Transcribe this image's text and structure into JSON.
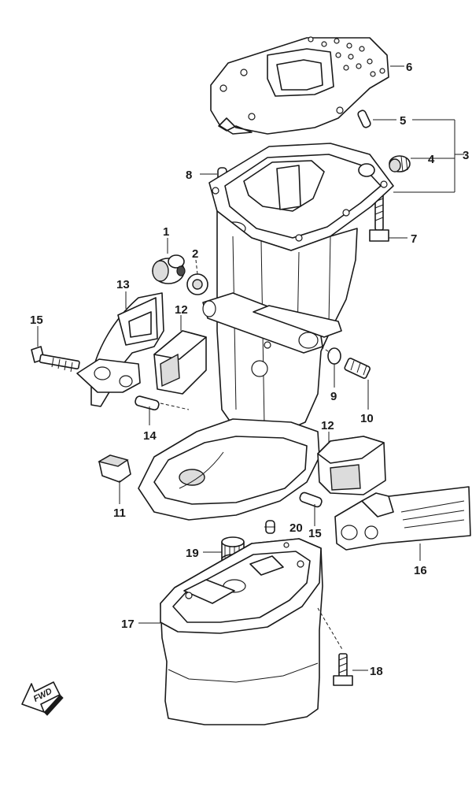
{
  "callouts": [
    {
      "id": "c1",
      "label": "1"
    },
    {
      "id": "c2",
      "label": "2"
    },
    {
      "id": "c3",
      "label": "3"
    },
    {
      "id": "c4",
      "label": "4"
    },
    {
      "id": "c5",
      "label": "5"
    },
    {
      "id": "c6",
      "label": "6"
    },
    {
      "id": "c7",
      "label": "7"
    },
    {
      "id": "c8",
      "label": "8"
    },
    {
      "id": "c9",
      "label": "9"
    },
    {
      "id": "c10",
      "label": "10"
    },
    {
      "id": "c11",
      "label": "11"
    },
    {
      "id": "c12a",
      "label": "12"
    },
    {
      "id": "c12b",
      "label": "12"
    },
    {
      "id": "c13",
      "label": "13"
    },
    {
      "id": "c14",
      "label": "14"
    },
    {
      "id": "c15a",
      "label": "15"
    },
    {
      "id": "c15b",
      "label": "15"
    },
    {
      "id": "c16",
      "label": "16"
    },
    {
      "id": "c17",
      "label": "17"
    },
    {
      "id": "c18",
      "label": "18"
    },
    {
      "id": "c19",
      "label": "19"
    },
    {
      "id": "c20",
      "label": "20"
    }
  ],
  "direction_marker": {
    "label": "FWD",
    "icon": "forward-arrow-icon"
  }
}
